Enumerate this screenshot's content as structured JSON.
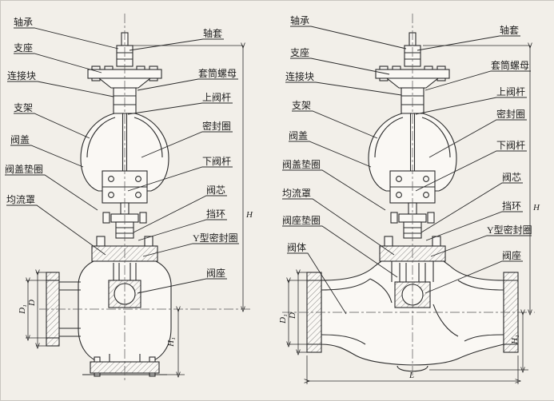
{
  "figure": {
    "background": "#f2efe9",
    "stroke_color": "#2b2b2b",
    "description": "Two section drawings of pneumatic control valves with part callouts"
  },
  "left_valve": {
    "labels_left": [
      "轴承",
      "支座",
      "连接块",
      "支架",
      "阀盖",
      "阀盖垫圈",
      "均流罩"
    ],
    "labels_right": [
      "轴套",
      "套筒螺母",
      "上阀杆",
      "密封圈",
      "下阀杆",
      "阀芯",
      "挡环",
      "Y型密封圈",
      "阀座"
    ],
    "dims": {
      "height": "H",
      "height1": "H₁",
      "d": "D",
      "d1": "D₁"
    }
  },
  "right_valve": {
    "labels_left": [
      "轴承",
      "支座",
      "连接块",
      "支架",
      "阀盖",
      "阀盖垫圈",
      "均流罩",
      "阀座垫圈",
      "阀体"
    ],
    "labels_right": [
      "轴套",
      "套筒螺母",
      "上阀杆",
      "密封圈",
      "下阀杆",
      "阀芯",
      "挡环",
      "Y型密封圈",
      "阀座"
    ],
    "dims": {
      "height": "H",
      "height1": "H₁",
      "length": "L",
      "d": "D",
      "d1": "D₁"
    }
  }
}
